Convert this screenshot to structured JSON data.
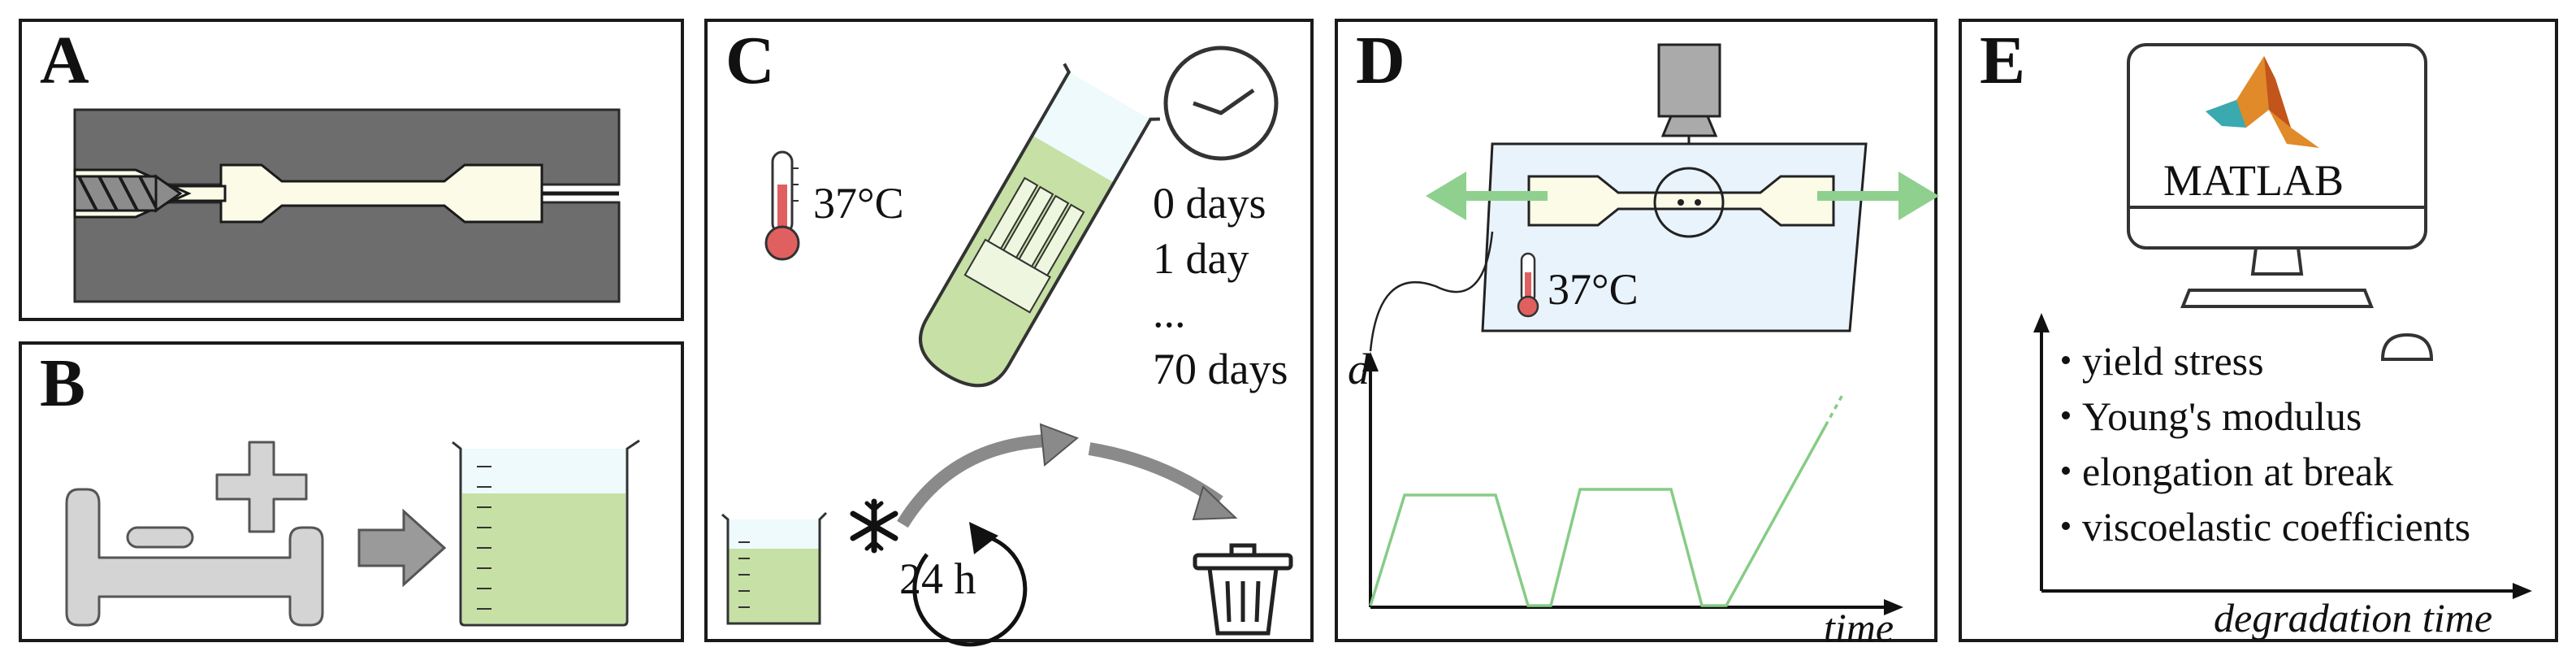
{
  "panels": {
    "a": {
      "letter": "A"
    },
    "b": {
      "letter": "B"
    },
    "c": {
      "letter": "C",
      "temperature": "37°C",
      "timepoints": [
        "0 days",
        "1 day",
        "...",
        "70 days"
      ],
      "duration": "24 h"
    },
    "d": {
      "letter": "D",
      "temperature": "37°C",
      "y_label": "d",
      "x_label": "time"
    },
    "e": {
      "letter": "E",
      "software": "MATLAB",
      "outputs": [
        "yield stress",
        "Young's modulus",
        "elongation at break",
        "viscoelastic coefficients"
      ],
      "x_label": "degradation time"
    }
  },
  "colors": {
    "liquid_green": "#c6e0a5",
    "arrow_green": "#8fd08f",
    "mold_gray": "#6d6d6d",
    "bed_gray": "#d4d4d4",
    "specimen_fill": "#fbfbe8",
    "thermo_red": "#e06060",
    "glass_blue": "#e9f3fc",
    "curve_green": "#86cc86"
  },
  "icons": [
    "injection-screw-icon",
    "hospital-bed-icon",
    "medical-cross-icon",
    "beaker-icon",
    "thermometer-icon",
    "clock-icon",
    "test-tube-icon",
    "snowflake-icon",
    "cycle-arrow-icon",
    "trash-bin-icon",
    "camera-icon",
    "monitor-icon",
    "matlab-logo-icon",
    "mouse-icon"
  ]
}
